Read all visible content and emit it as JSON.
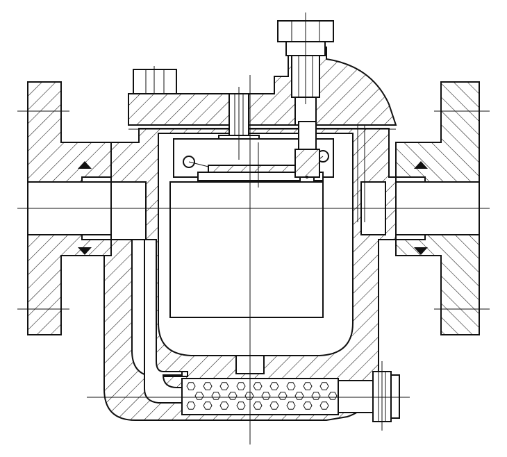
{
  "drawing": {
    "kind": "technical-section-drawing",
    "line_color": "#111111",
    "background": "#ffffff",
    "components": [
      "left-flange",
      "right-flange",
      "valve-body",
      "bonnet-cover",
      "top-plug-bolt",
      "cover-bolt",
      "inverted-bucket",
      "lever-linkage",
      "valve-seat",
      "strainer-screen",
      "drain-plug"
    ]
  }
}
